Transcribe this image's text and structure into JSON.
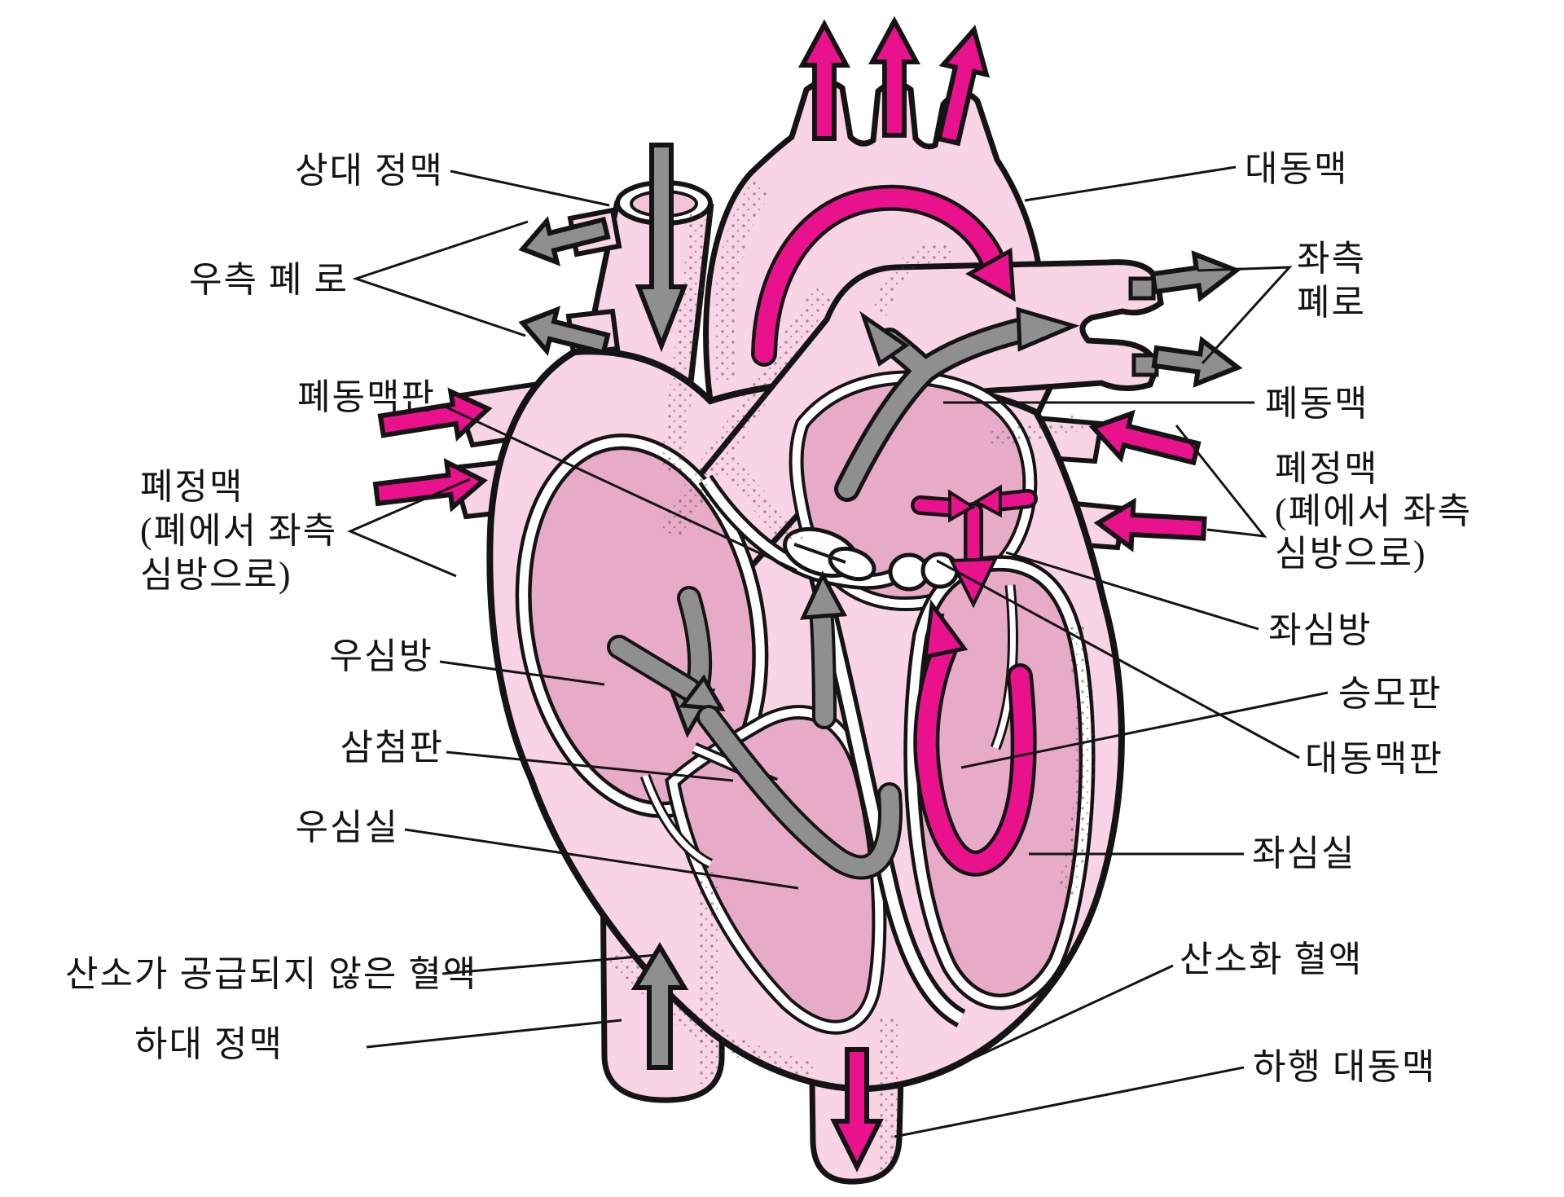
{
  "figure": {
    "type": "anatomical-diagram",
    "subject": "Human heart blood-flow diagram with Korean labels",
    "colors": {
      "vessel_pink": "#f9d4e4",
      "chamber_pink": "#e8abc7",
      "oxygenated_magenta": "#e9118c",
      "deoxygenated_gray": "#8f8f8f",
      "outline_black": "#141414",
      "background": "#ffffff"
    },
    "labels": {
      "svc": "상대 정맥",
      "to_right_lung": "우측 폐 로",
      "pulmonary_valve": "폐동맥판",
      "pulm_veins_left_1": "폐정맥",
      "pulm_veins_left_2": "(폐에서 좌측",
      "pulm_veins_left_3": "심방으로)",
      "right_atrium": "우심방",
      "tricuspid_valve": "삼첨판",
      "right_ventricle": "우심실",
      "deoxygenated_blood": "산소가 공급되지 않은 혈액",
      "ivc": "하대 정맥",
      "aorta": "대동맥",
      "to_left_lung_1": "좌측",
      "to_left_lung_2": "폐로",
      "pulmonary_artery": "폐동맥",
      "pulm_veins_right_1": "폐정맥",
      "pulm_veins_right_2": "(폐에서 좌측",
      "pulm_veins_right_3": "심방으로)",
      "left_atrium": "좌심방",
      "mitral_valve": "승모판",
      "aortic_valve": "대동맥판",
      "left_ventricle": "좌심실",
      "oxygenated_blood": "산소화 혈액",
      "descending_aorta": "하행 대동맥"
    }
  }
}
